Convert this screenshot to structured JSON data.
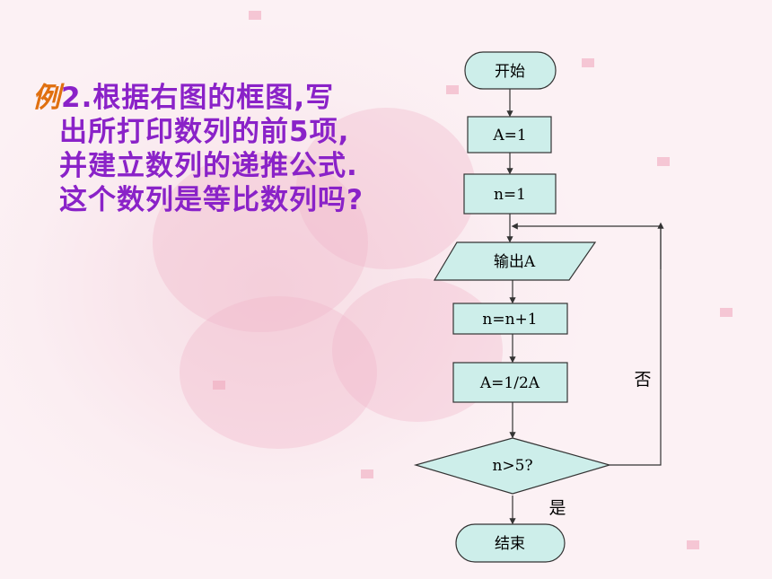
{
  "problem": {
    "prefix": "例",
    "line1": "2.根据右图的框图,写",
    "line2": "出所打印数列的前5项,",
    "line3": "并建立数列的递推公式.",
    "line4": "这个数列是等比数列吗?"
  },
  "flowchart": {
    "start": "开始",
    "assign_a": "A=1",
    "assign_n": "n=1",
    "output": "输出A",
    "increment": "n=n+1",
    "update_a": "A=1/2A",
    "condition": "n>5?",
    "no_label": "否",
    "yes_label": "是",
    "end": "结束"
  },
  "colors": {
    "problem_text": "#8a22c8",
    "prefix": "#e07010",
    "node_fill": "#cdeeea",
    "node_stroke": "#333333"
  }
}
